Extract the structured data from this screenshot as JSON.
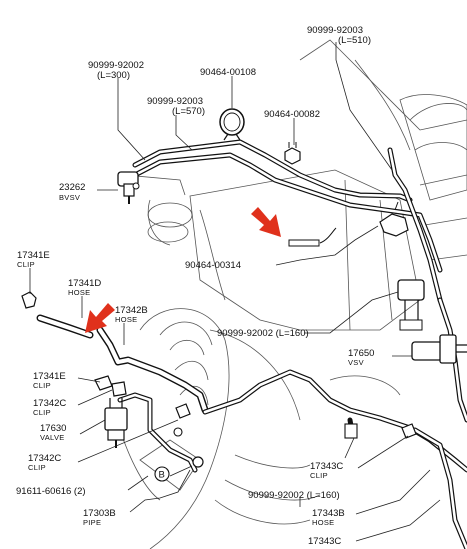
{
  "labels": {
    "pn_90999_92003_top": "90999-92003",
    "len_510": "(L=510)",
    "pn_90999_92002_top": "90999-92002",
    "len_300": "(L=300)",
    "pn_90464_00108": "90464-00108",
    "pn_90999_92003_mid": "90999-92003",
    "len_570": "(L=570)",
    "pn_90464_00082": "90464-00082",
    "pn_23262": "23262",
    "sub_bvsv": "BVSV",
    "pn_17341e_top": "17341E",
    "sub_clip_top": "CLIP",
    "pn_17341d": "17341D",
    "sub_hose_d": "HOSE",
    "pn_90464_00314": "90464-00314",
    "pn_17342b": "17342B",
    "sub_hose_b": "HOSE",
    "pn_90999_92002_160a": "90999-92002 (L=160)",
    "pn_17650": "17650",
    "sub_vsv": "VSV",
    "pn_17341e_low": "17341E",
    "sub_clip_e": "CLIP",
    "pn_17342c_a": "17342C",
    "sub_clip_c1": "CLIP",
    "pn_17630": "17630",
    "sub_valve": "VALVE",
    "pn_17342c_b": "17342C",
    "sub_clip_c2": "CLIP",
    "pn_17343c_a": "17343C",
    "sub_clip_343": "CLIP",
    "pn_91611": "91611-60616 (2)",
    "callout_b": "B",
    "pn_90999_92002_160b": "90999-92002 (L=160)",
    "pn_17303b": "17303B",
    "sub_pipe": "PIPE",
    "pn_17343b": "17343B",
    "sub_hose_343b": "HOSE",
    "pn_17343c_b": "17343C"
  },
  "colors": {
    "arrow": "#e0311c",
    "ink": "#111111"
  }
}
